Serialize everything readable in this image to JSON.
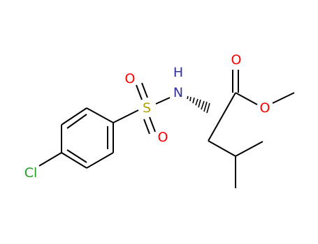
{
  "atoms": {
    "chlorine": "Cl",
    "sulfur": "S",
    "oxygen_top": "O",
    "oxygen_bottom": "O",
    "nitrogen": "N",
    "hydrogen": "H",
    "oxygen_carbonyl": "O",
    "oxygen_ester": "O"
  },
  "colors": {
    "bond": "#000000",
    "chlorine": "#1fa01f",
    "sulfur": "#b3a100",
    "oxygen": "#ff0000",
    "nitrogen": "#3030a0"
  }
}
